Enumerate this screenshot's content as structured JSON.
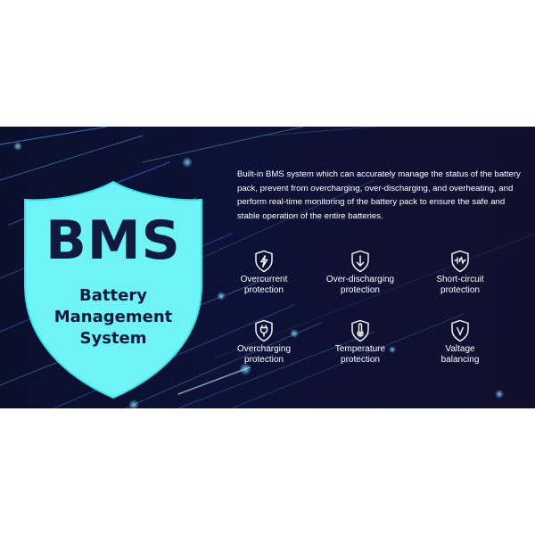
{
  "shield": {
    "title": "BMS",
    "subtitle_lines": [
      "Battery",
      "Management",
      "System"
    ]
  },
  "description": "Built-in BMS system which can accurately manage the status of the battery pack, prevent from overcharging, over-discharging, and overheating, and perform real-time monitoring of the battery pack to ensure the safe and stable operation of the entire batteries.",
  "features": [
    {
      "line1": "Overcurrent",
      "line2": "protection",
      "icon": "lightning-shield-icon"
    },
    {
      "line1": "Over-discharging",
      "line2": "protection",
      "icon": "down-arrow-shield-icon"
    },
    {
      "line1": "Short-circuit",
      "line2": "protection",
      "icon": "circuit-shield-icon"
    },
    {
      "line1": "Overcharging",
      "line2": "protection",
      "icon": "plug-shield-icon"
    },
    {
      "line1": "Temperature",
      "line2": "protection",
      "icon": "thermometer-shield-icon"
    },
    {
      "line1": "Valtage",
      "line2": "balancing",
      "icon": "voltage-shield-icon"
    }
  ],
  "colors": {
    "background": "#0c1236",
    "shield_fill": "#6ff3f6",
    "shield_text": "#101a3e",
    "text": "#ffffff"
  }
}
